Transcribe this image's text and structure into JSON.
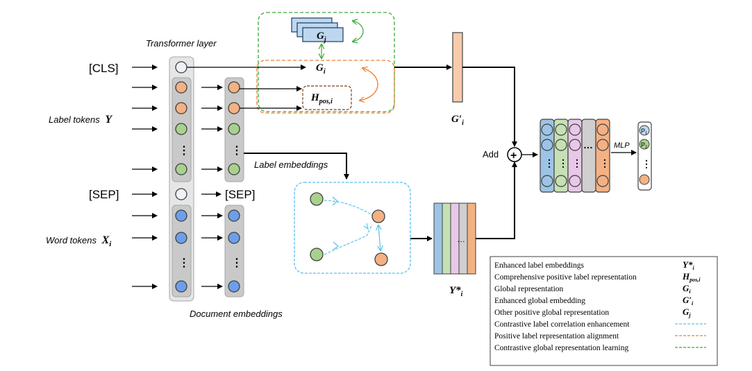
{
  "input_labels": {
    "cls": "[CLS]",
    "label_tokens": "Label tokens",
    "label_tokens_symbol": "Y",
    "sep": "[SEP]",
    "word_tokens": "Word tokens",
    "word_tokens_symbol": "X",
    "word_tokens_sub": "i"
  },
  "layer_labels": {
    "transformer": "Transformer layer",
    "document_embeddings": "Document embeddings",
    "label_embeddings": "Label embeddings",
    "sep_out": "[SEP]",
    "dots": "⋮"
  },
  "symbols": {
    "gj": "G",
    "gj_sub": "j",
    "gi": "G",
    "gi_sub": "i",
    "hpos": "H",
    "hpos_sub": "pos,i",
    "gi_prime": "G′",
    "gi_prime_sub": "i",
    "yi_star": "Y*",
    "yi_star_sub": "i"
  },
  "ops": {
    "add": "Add",
    "plus": "+",
    "mlp": "MLP",
    "p1": "P",
    "p1_sub": "1",
    "p2": "P",
    "p2_sub": "2",
    "hdots": "…"
  },
  "legend": [
    {
      "label": "Enhanced label embeddings",
      "symbol": "Y",
      "symbol_suffix": "*",
      "sub": "i"
    },
    {
      "label": "Comprehensive positive label representation",
      "symbol": "H",
      "symbol_suffix": "",
      "sub": "pos,i"
    },
    {
      "label": "Global representation",
      "symbol": "G",
      "symbol_suffix": "",
      "sub": "i"
    },
    {
      "label": "Enhanced  global embedding",
      "symbol": "G",
      "symbol_suffix": "′",
      "sub": "i"
    },
    {
      "label": "Other positive global  representation",
      "symbol": "G",
      "symbol_suffix": "",
      "sub": "j"
    },
    {
      "label": "Contrastive label correlation enhancement",
      "color": "#5bc0eb"
    },
    {
      "label": "Positive label representation alignment",
      "color": "#ee7d31"
    },
    {
      "label": "Contrastive global representation learning",
      "color": "#3aa935"
    }
  ],
  "colors": {
    "orange": "#f4b183",
    "green": "#a9d18e",
    "blue": "#6d9eeb",
    "white_node": "#eef2f7",
    "column_gray": "#e7e6e6",
    "inner_gray": "#c9c9c9",
    "green_dash": "#3aa935",
    "orange_dash": "#ee7d31",
    "blue_dash": "#5bc0eb",
    "gi_prime_bar": "#f8cbad"
  }
}
